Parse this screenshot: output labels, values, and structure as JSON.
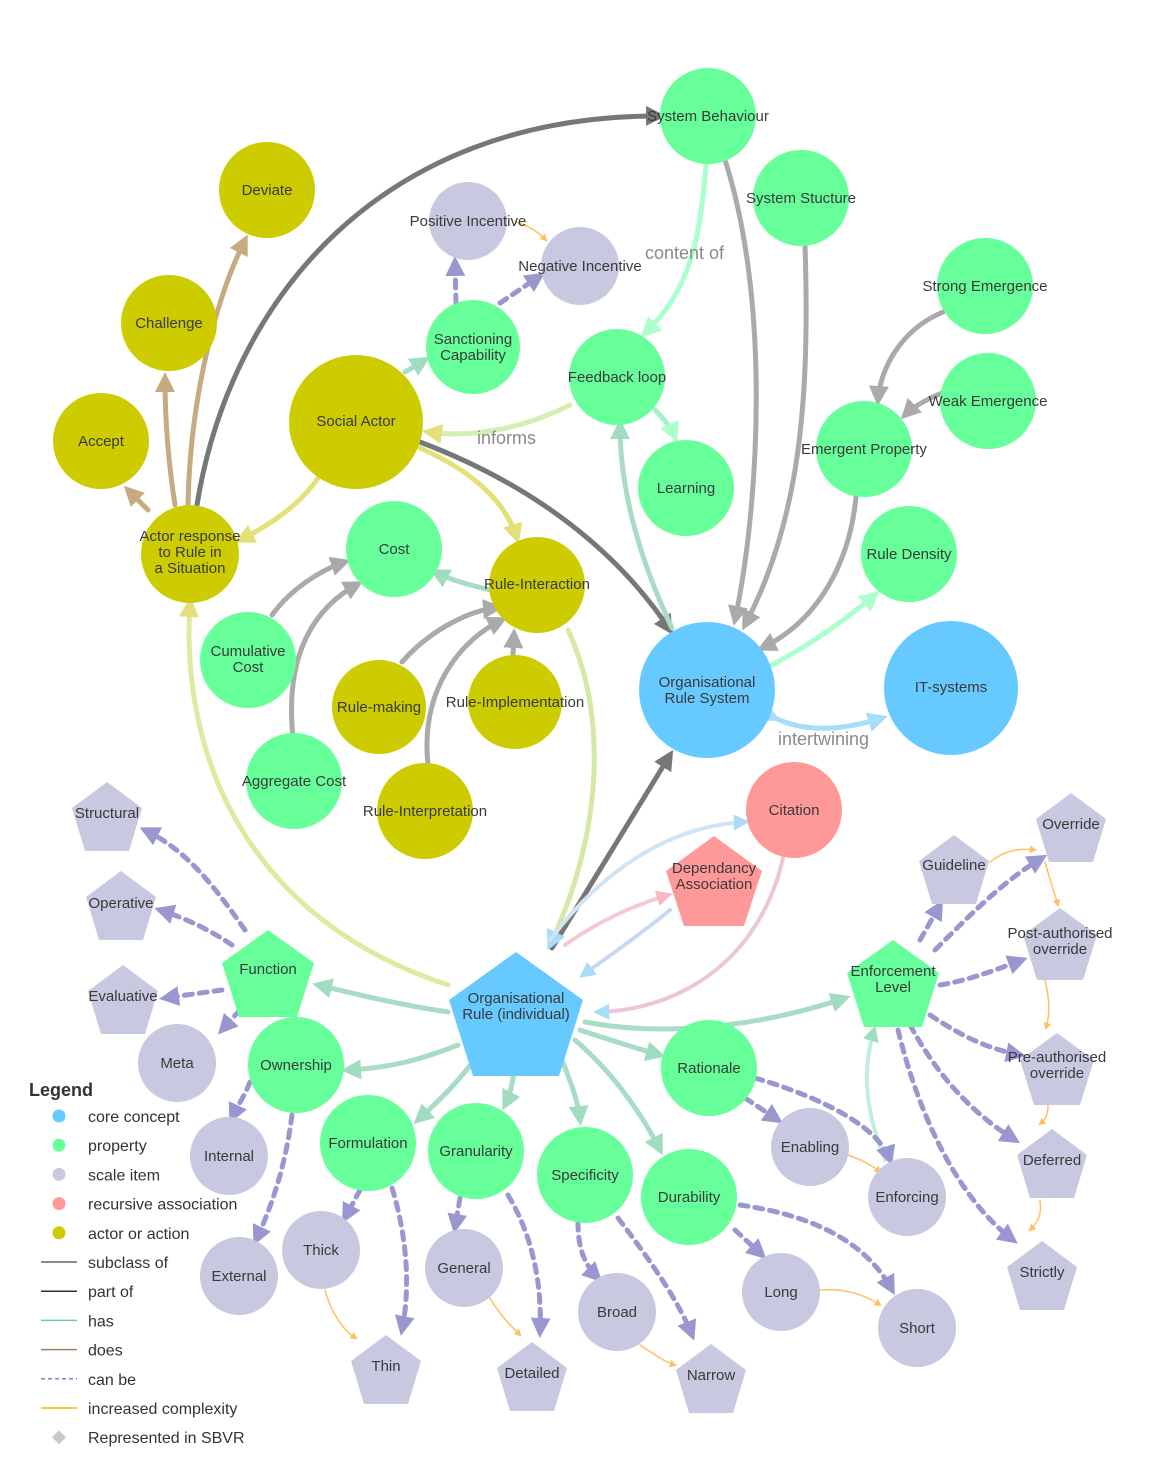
{
  "colors": {
    "core": "#66c9ff",
    "property": "#66ff99",
    "scale": "#c8c8e0",
    "recursive": "#ff9999",
    "actor": "#cccc00"
  },
  "nodes": {
    "system_behaviour": "System Behaviour",
    "system_stucture": "System Stucture",
    "deviate": "Deviate",
    "challenge": "Challenge",
    "accept": "Accept",
    "positive_incentive": "Positive Incentive",
    "negative_incentive": "Negative Incentive",
    "sanctioning": [
      "Sanctioning",
      "Capability"
    ],
    "feedback_loop": "Feedback loop",
    "social_actor": "Social Actor",
    "strong_emergence": "Strong Emergence",
    "weak_emergence": "Weak Emergence",
    "emergent_property": "Emergent Property",
    "learning": "Learning",
    "actor_response": [
      "Actor response",
      "to Rule in",
      "a Situation"
    ],
    "cost": "Cost",
    "rule_interaction": "Rule-Interaction",
    "rule_density": "Rule Density",
    "cumulative_cost": [
      "Cumulative",
      "Cost"
    ],
    "rule_making": "Rule-making",
    "rule_implementation": "Rule-Implementation",
    "org_rule_system": [
      "Organisational",
      "Rule System"
    ],
    "it_systems": "IT-systems",
    "aggregate_cost": "Aggregate Cost",
    "rule_interpretation": "Rule-Interpretation",
    "citation": "Citation",
    "dependancy": [
      "Dependancy",
      "Association"
    ],
    "structural": "Structural",
    "operative": "Operative",
    "evaluative": "Evaluative",
    "meta": "Meta",
    "function": "Function",
    "org_rule_individual": [
      "Organisational",
      "Rule (individual)"
    ],
    "ownership": "Ownership",
    "internal": "Internal",
    "external": "External",
    "formulation": "Formulation",
    "thick": "Thick",
    "thin": "Thin",
    "granularity": "Granularity",
    "general": "General",
    "detailed": "Detailed",
    "specificity": "Specificity",
    "broad": "Broad",
    "narrow": "Narrow",
    "durability": "Durability",
    "long": "Long",
    "short": "Short",
    "rationale": "Rationale",
    "enabling": "Enabling",
    "enforcing": "Enforcing",
    "enforcement_level": [
      "Enforcement",
      "Level"
    ],
    "guideline": "Guideline",
    "override": "Override",
    "post_authorised": [
      "Post-authorised",
      "override"
    ],
    "pre_authorised": [
      "Pre-authorised",
      "override"
    ],
    "deferred": "Deferred",
    "strictly": "Strictly"
  },
  "edge_labels": {
    "content_of": "content of",
    "informs": "informs",
    "intertwining": "intertwining"
  },
  "legend": {
    "title": "Legend",
    "items": [
      {
        "label": "core concept",
        "kind": "dot",
        "color": "#66c9ff"
      },
      {
        "label": "property",
        "kind": "dot",
        "color": "#66ff99"
      },
      {
        "label": "scale item",
        "kind": "dot",
        "color": "#c8c8e0"
      },
      {
        "label": "recursive association",
        "kind": "dot",
        "color": "#ff9999"
      },
      {
        "label": "actor or action",
        "kind": "dot",
        "color": "#cccc00"
      },
      {
        "label": "subclass of",
        "kind": "line",
        "color": "#666666"
      },
      {
        "label": "part of",
        "kind": "line",
        "color": "#333333"
      },
      {
        "label": "has",
        "kind": "line",
        "color": "#66ccaa"
      },
      {
        "label": "does",
        "kind": "line",
        "color": "#a0825a"
      },
      {
        "label": "can be",
        "kind": "dash",
        "color": "#8080c8"
      },
      {
        "label": "increased complexity",
        "kind": "line",
        "color": "#ffb000"
      },
      {
        "label": "Represented in SBVR",
        "kind": "diamond",
        "color": "#c8c8c8"
      }
    ]
  }
}
